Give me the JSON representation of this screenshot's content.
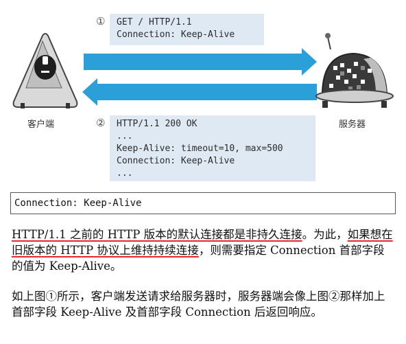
{
  "diagram": {
    "request": {
      "number": "①",
      "lines": [
        "GET / HTTP/1.1",
        "Connection: Keep-Alive"
      ]
    },
    "response": {
      "number": "②",
      "lines": [
        "HTTP/1.1 200 OK",
        "...",
        "Keep-Alive: timeout=10, max=500",
        "Connection: Keep-Alive",
        "..."
      ]
    },
    "client_label": "客户端",
    "server_label": "服务器",
    "arrow_color": "#2a9fd8",
    "box_color": "#dfe9f3"
  },
  "code_line": "Connection: Keep-Alive",
  "paragraph1": {
    "hl1": "HTTP/1.1 之前的 HTTP 版本的默认连接都是非持久连接",
    "after1": "。为此，",
    "hl2": "如果想在旧版本的 HTTP 协议上维持持续连接",
    "after2": "，则需要指定 Connection 首部字段的值为 Keep-Alive。"
  },
  "paragraph2": "如上图①所示，客户端发送请求给服务器时，服务器端会像上图②那样加上首部字段 Keep-Alive 及首部字段 Connection 后返回响应。"
}
